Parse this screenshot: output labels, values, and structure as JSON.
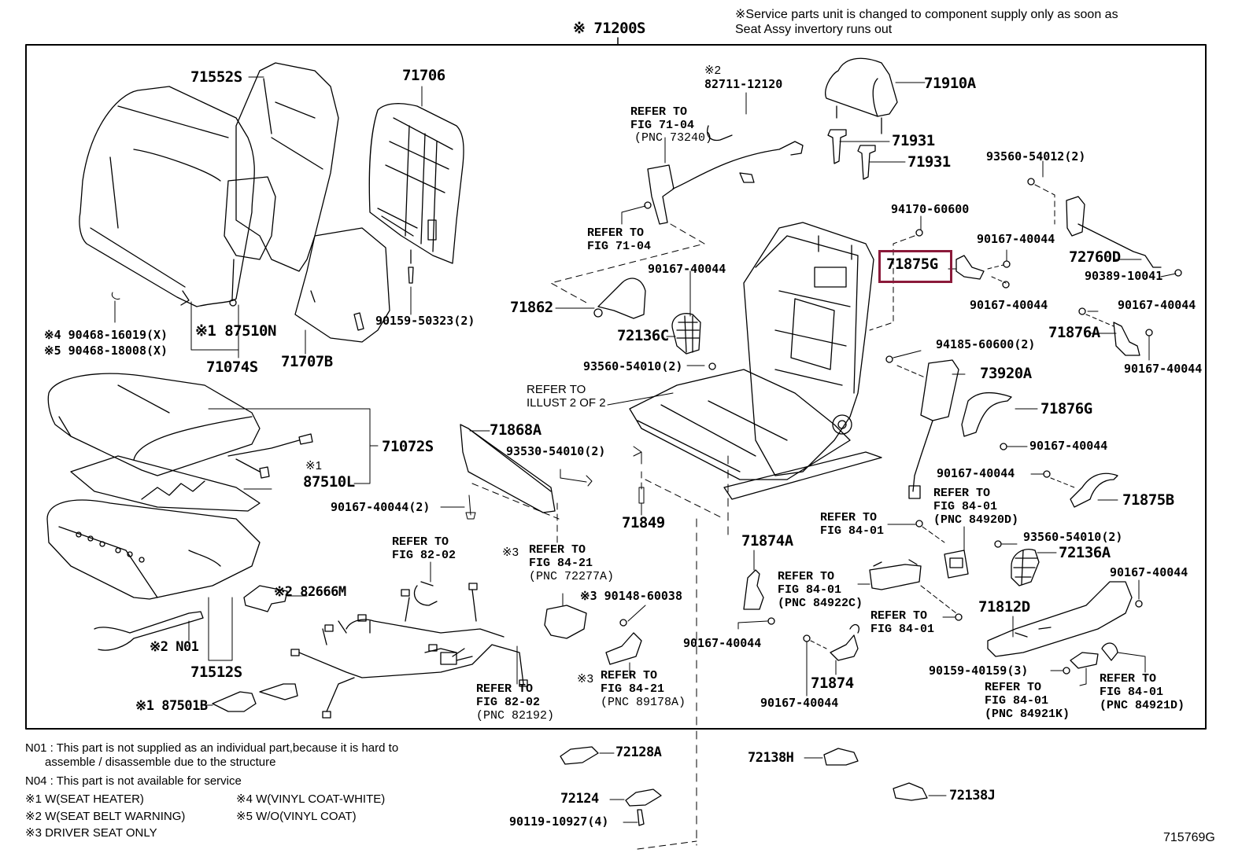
{
  "header": {
    "assembly_label": "※ 71200S",
    "service_note_line1": "※Service parts unit is changed to component supply only as soon as",
    "service_note_line2": "Seat Assy invertory runs out"
  },
  "highlighted_part": "71875G",
  "highlight_color": "#8b1a3a",
  "parts": {
    "p71552S": "71552S",
    "p71706": "71706",
    "p90159_50323": "90159-50323(2)",
    "p90468_16019": "※4 90468-16019(X)",
    "p90468_18008": "※5 90468-18008(X)",
    "p87510N": "※1 87510N",
    "p71074S": "71074S",
    "p71707B": "71707B",
    "p82711_mark": "※2",
    "p82711": "82711-12120",
    "ref_71_04_a": "REFER TO\nFIG 71-04",
    "ref_71_04_a_pnc": "(PNC 73240)",
    "ref_71_04_b": "REFER TO\nFIG 71-04",
    "p71910A": "71910A",
    "p71931_a": "71931",
    "p71931_b": "71931",
    "p93560_54012": "93560-54012(2)",
    "p94170_60600": "94170-60600",
    "p90167_a": "90167-40044",
    "p71875G": "71875G",
    "p72760D": "72760D",
    "p90389_10041": "90389-10041",
    "p90167_b": "90167-40044",
    "p90167_c": "90167-40044",
    "p71876A": "71876A",
    "p90167_d": "90167-40044",
    "p94185_60600": "94185-60600(2)",
    "p73920A": "73920A",
    "p90167_e": "90167-40044",
    "p71862": "71862",
    "p72136C": "72136C",
    "p93560_54010_a": "93560-54010(2)",
    "ref_illust": "REFER TO\nILLUST 2 OF 2",
    "p71072S": "71072S",
    "p87510L_mark": "※1",
    "p87510L": "87510L",
    "p71868A": "71868A",
    "p93530_54010": "93530-54010(2)",
    "p90167_40044_2": "90167-40044(2)",
    "p71849": "71849",
    "p71876G": "71876G",
    "p90167_f": "90167-40044",
    "p90167_g": "90167-40044",
    "p71875B": "71875B",
    "ref_84_01_a": "REFER TO\nFIG 84-01",
    "ref_84_01_a_pnc": "(PNC 84920D)",
    "ref_84_01_b": "REFER TO\nFIG 84-01",
    "p93560_54010_b": "93560-54010(2)",
    "p72136A": "72136A",
    "p90167_h": "90167-40044",
    "p71874A": "71874A",
    "ref_84_01_c": "REFER TO\nFIG 84-01",
    "ref_84_01_c_pnc": "(PNC 84922C)",
    "ref_84_01_d": "REFER TO\nFIG 84-01",
    "p71812D": "71812D",
    "ref_82_02_a": "REFER TO\nFIG 82-02",
    "ref_84_21_a_mark": "※3",
    "ref_84_21_a": "REFER TO\nFIG 84-21",
    "ref_84_21_a_pnc": "(PNC 72277A)",
    "p82666M": "※2 82666M",
    "p90148_60038": "※3 90148-60038",
    "p90167_i": "90167-40044",
    "pN01": "※2 N01",
    "p71512S": "71512S",
    "p71874": "71874",
    "p90167_j": "90167-40044",
    "p90159_40159": "90159-40159(3)",
    "ref_84_01_e": "REFER TO\nFIG 84-01",
    "ref_84_01_e_pnc": "(PNC 84921K)",
    "ref_84_01_f": "REFER TO\nFIG 84-01",
    "ref_84_01_f_pnc": "(PNC 84921D)",
    "ref_82_02_b": "REFER TO\nFIG 82-02",
    "ref_82_02_b_pnc": "(PNC 82192)",
    "ref_84_21_b_mark": "※3",
    "ref_84_21_b": "REFER TO\nFIG 84-21",
    "ref_84_21_b_pnc": "(PNC 89178A)",
    "p87501B": "※1 87501B",
    "p72128A": "72128A",
    "p72124": "72124",
    "p90119_10927": "90119-10927(4)",
    "p72138H": "72138H",
    "p72138J": "72138J"
  },
  "notes": {
    "n01": "N01 : This part is not supplied as an individual part,because it is hard to\n      assemble / disassemble due to the structure",
    "n04": "N04 : This part is not available for service",
    "fn1": "※1 W(SEAT HEATER)",
    "fn2": "※2 W(SEAT BELT WARNING)",
    "fn3": "※3 DRIVER SEAT ONLY",
    "fn4": "※4 W(VINYL COAT-WHITE)",
    "fn5": "※5 W/O(VINYL COAT)"
  },
  "figure_id": "715769G"
}
